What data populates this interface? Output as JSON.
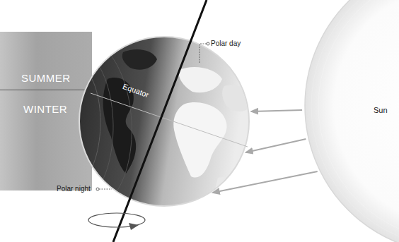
{
  "diagram": {
    "nodes": [
      {
        "text": [
          "SUMMER"
        ]
      },
      {
        "text": [
          "WINTER"
        ]
      },
      {
        "text": [
          "Equator"
        ]
      },
      {
        "text": [
          "Sun"
        ]
      }
    ],
    "edges": [
      {
        "from": 3,
        "to": 2,
        "arrow": "to"
      },
      {
        "from": 3,
        "to": 2,
        "arrow": "to"
      },
      {
        "from": 3,
        "to": 2,
        "arrow": "to"
      }
    ],
    "labels": [
      "Polar day",
      "Polar night"
    ]
  }
}
